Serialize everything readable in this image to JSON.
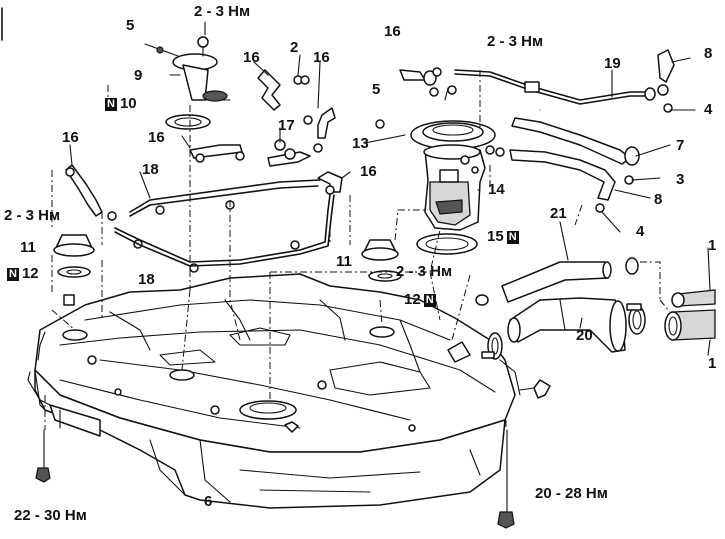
{
  "torques": {
    "t_top_left": "2 - 3 Нм",
    "t_top_right": "2 - 3 Нм",
    "t_left": "2 - 3 Нм",
    "t_center": "2 - 3 Нм",
    "t_bottom_left": "22 - 30 Нм",
    "t_bottom_right": "20 - 28 Нм"
  },
  "callouts": {
    "n1a": "1",
    "n1b": "1",
    "n2": "2",
    "n3": "3",
    "n4a": "4",
    "n4b": "4",
    "n5a": "5",
    "n5b": "5",
    "n6": "6",
    "n7": "7",
    "n8a": "8",
    "n8b": "8",
    "n9": "9",
    "n10": "10",
    "n11a": "11",
    "n11b": "11",
    "n12a": "12",
    "n12b": "12",
    "n13": "13",
    "n14": "14",
    "n15": "15",
    "n16a": "16",
    "n16b": "16",
    "n16c": "16",
    "n16d": "16",
    "n16e": "16",
    "n16f": "16",
    "n17": "17",
    "n18a": "18",
    "n18b": "18",
    "n19": "19",
    "n20": "20",
    "n21": "21",
    "new_part_mark": "N"
  }
}
